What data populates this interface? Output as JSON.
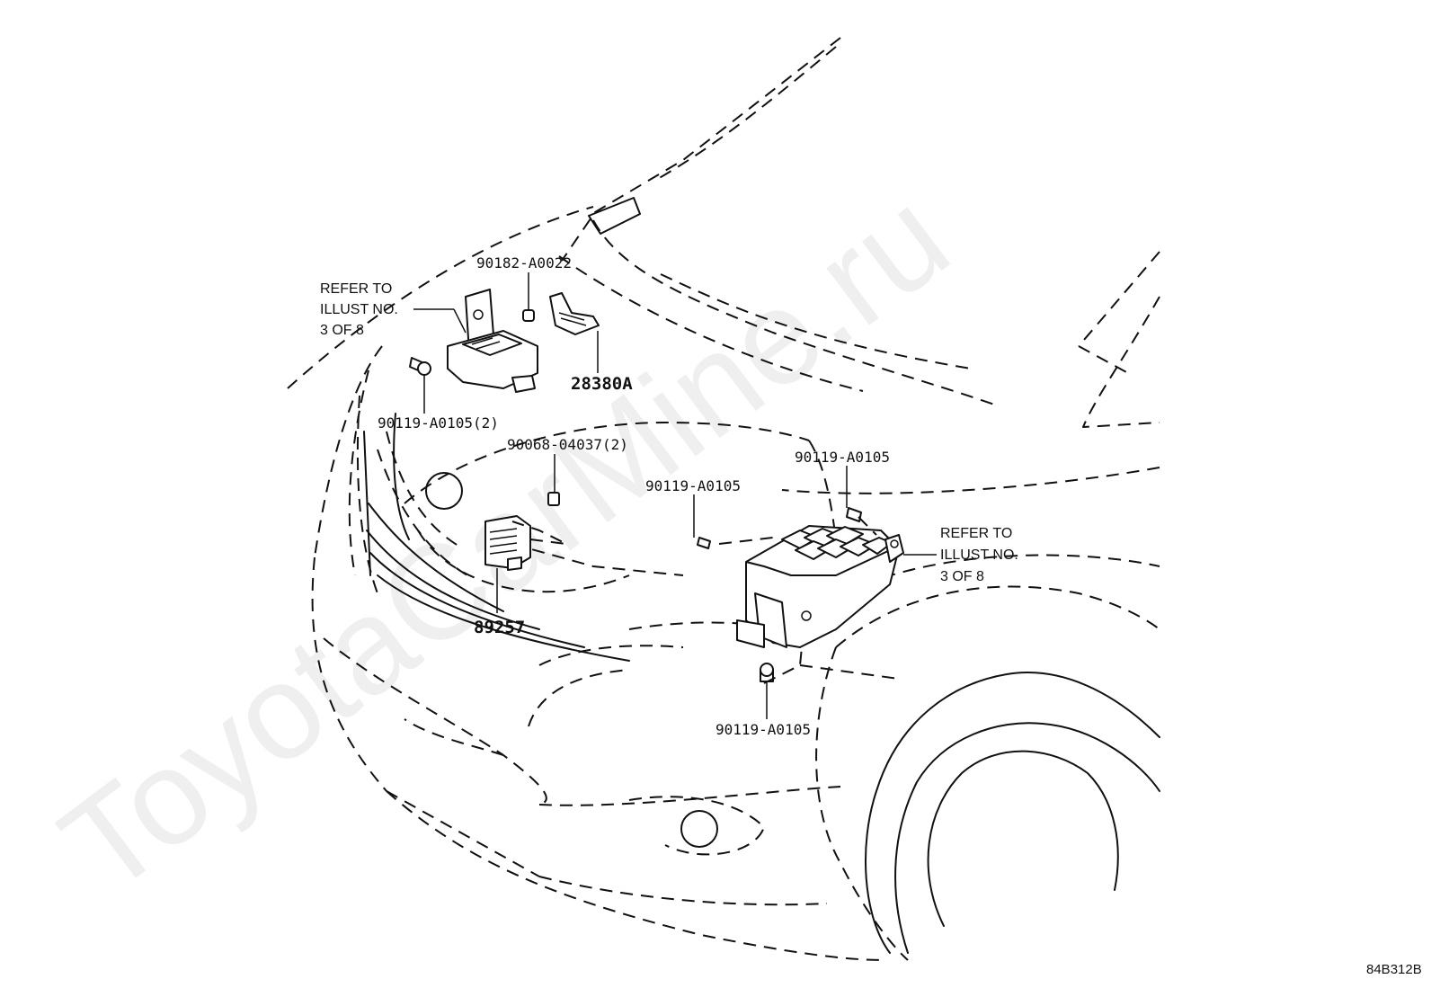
{
  "watermark": "ToyotaCarMine.ru",
  "diagram_code": "84B312B",
  "labels": {
    "clip_top": "90182-A0022",
    "refer_left_l1": "REFER TO",
    "refer_left_l2": "ILLUST NO.",
    "refer_left_l3": "3 OF 8",
    "part_28380a": "28380A",
    "bolt_left": "90119-A0105(2)",
    "screw_mid": "90068-04037(2)",
    "part_89257": "89257",
    "bolt_center": "90119-A0105",
    "bolt_right_top": "90119-A0105",
    "refer_right_l1": "REFER TO",
    "refer_right_l2": "ILLUST NO.",
    "refer_right_l3": "3 OF 8",
    "bolt_bottom": "90119-A0105"
  }
}
